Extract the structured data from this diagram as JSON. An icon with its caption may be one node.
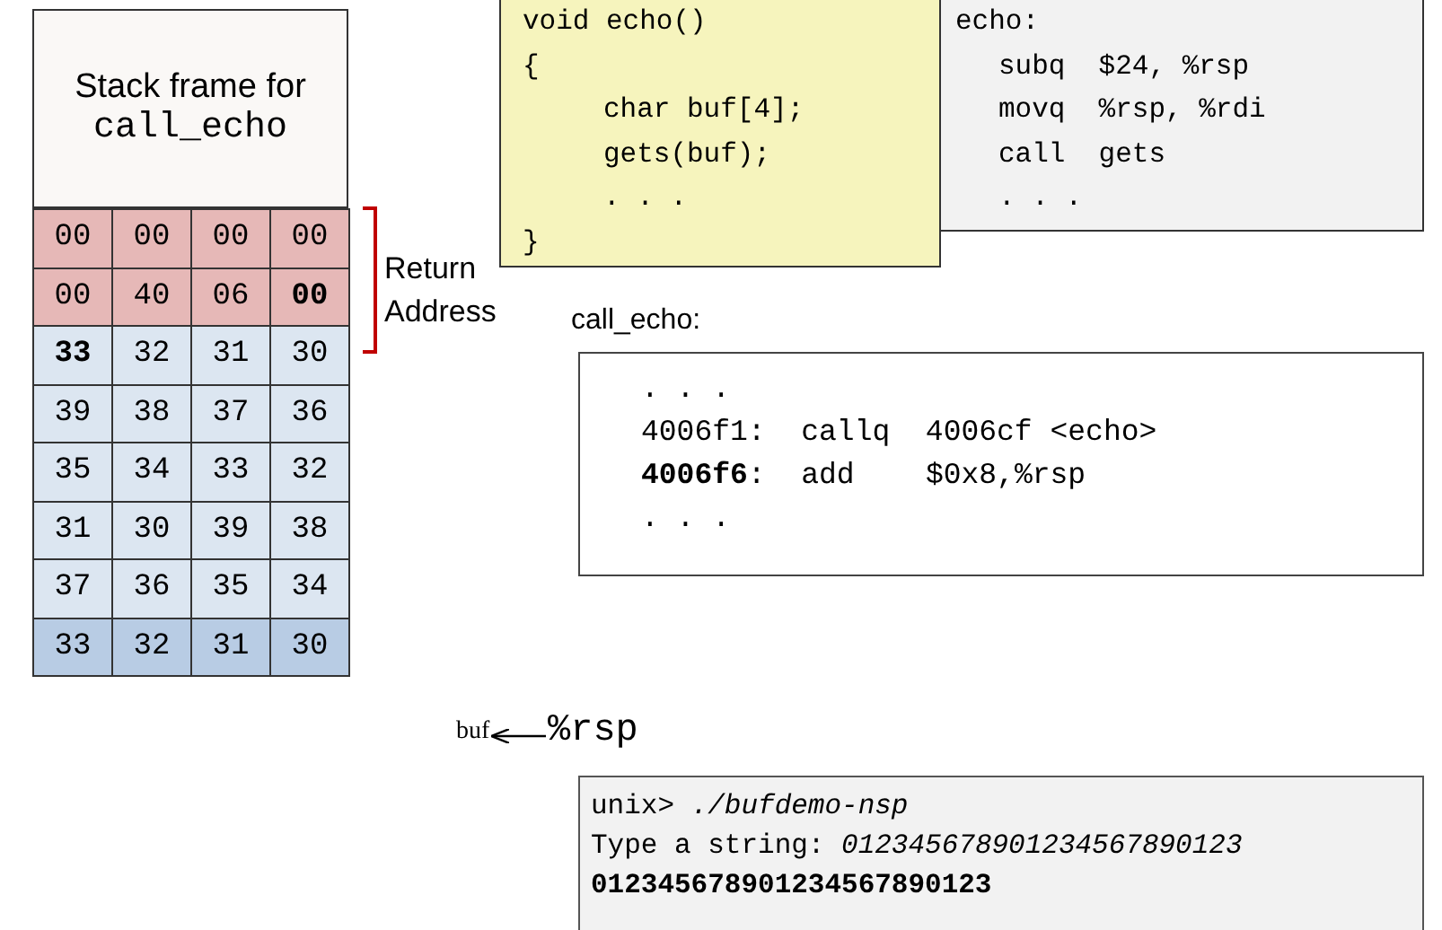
{
  "diagram": {
    "nodes": [
      {
        "text": [
          "Stack frame for",
          "call_echo"
        ]
      },
      {
        "text": [
          "void echo()",
          "{",
          "char buf[4];",
          "gets(buf);",
          ". . .",
          "}"
        ]
      },
      {
        "text": [
          "echo:",
          "subq  $24, %rsp",
          "movq  %rsp, %rdi",
          "call  gets",
          ". . ."
        ]
      },
      {
        "text": [
          ". . .",
          "4006f1:  callq  4006cf <echo>",
          "**4006f6**:  add    $0x8,%rsp",
          ". . ."
        ],
        "beside": [
          "call_echo:"
        ]
      },
      {
        "text": [
          "unix> *./bufdemo-nsp*",
          "Type a string: *012345678901234567890123*",
          "012345678901234567890123"
        ]
      },
      {
        "text": [
          "buf"
        ]
      },
      {
        "text": [
          "%rsp"
        ]
      }
    ],
    "edges": [
      {
        "from": 6,
        "to": 5,
        "arrow": "to"
      }
    ],
    "labels": [
      "00",
      "00",
      "00",
      "00",
      "00",
      "40",
      "06",
      "**00**",
      "**33**",
      "32",
      "31",
      "30",
      "39",
      "38",
      "37",
      "36",
      "35",
      "34",
      "33",
      "32",
      "31",
      "30",
      "39",
      "38",
      "37",
      "36",
      "35",
      "34",
      "33",
      "32",
      "31",
      "30",
      "Return Address"
    ]
  }
}
